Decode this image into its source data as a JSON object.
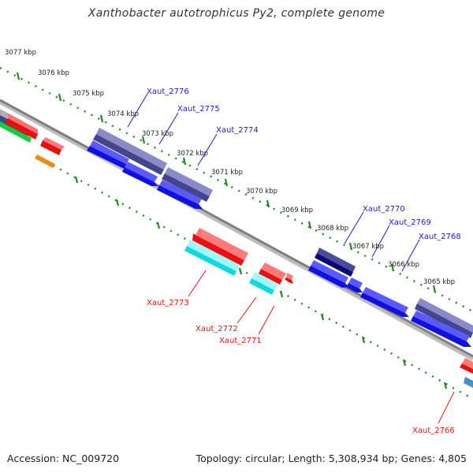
{
  "title": "Xanthobacter autotrophicus Py2, complete genome",
  "footer": {
    "accession": "Accession: NC_009720",
    "stats": "Topology: circular; Length: 5,308,934 bp; Genes: 4,805"
  },
  "colors": {
    "backbone": "#8c8c8c",
    "tick": "#1f8a1f",
    "forward_label": "#1a1acc",
    "reverse_label": "#e01414"
  },
  "kbp_labels": [
    "3077 kbp",
    "3076 kbp",
    "3075 kbp",
    "3074 kbp",
    "3073 kbp",
    "3072 kbp",
    "3071 kbp",
    "3070 kbp",
    "3069 kbp",
    "3068 kbp",
    "3067 kbp",
    "3066 kbp",
    "3065 kbp"
  ],
  "gene_labels": {
    "forward": [
      "Xaut_2776",
      "Xaut_2775",
      "Xaut_2774",
      "Xaut_2770",
      "Xaut_2769",
      "Xaut_2768"
    ],
    "reverse": [
      "Xaut_2773",
      "Xaut_2772",
      "Xaut_2771",
      "Xaut_2766"
    ]
  },
  "feature_colors": {
    "cds_forward": "#1010e0",
    "cds_reverse": "#e81010",
    "navy": "#0a0a6e",
    "slate": "#45458c",
    "cyan": "#10e8f0",
    "orange": "#f08a10",
    "green": "#22c022",
    "steel": "#4a90c8"
  }
}
